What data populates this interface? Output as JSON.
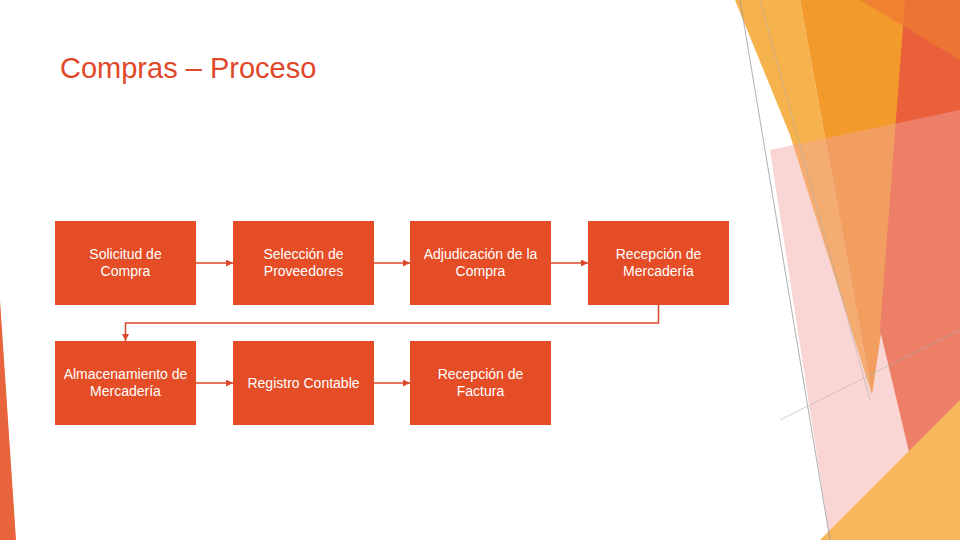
{
  "diagram": {
    "title": "Compras – Proceso",
    "nodes": [
      {
        "text": [
          "Solicitud de Compra"
        ]
      },
      {
        "text": [
          "Selección de Proveedores"
        ]
      },
      {
        "text": [
          "Adjudicación de la Compra"
        ]
      },
      {
        "text": [
          "Recepción de Mercadería"
        ]
      },
      {
        "text": [
          "Almacenamiento de Mercadería"
        ]
      },
      {
        "text": [
          "Registro Contable"
        ]
      },
      {
        "text": [
          "Recepción de Factura"
        ]
      }
    ],
    "edges": [
      {
        "from": 0,
        "to": 1,
        "arrow": "to"
      },
      {
        "from": 1,
        "to": 2,
        "arrow": "to"
      },
      {
        "from": 2,
        "to": 3,
        "arrow": "to"
      },
      {
        "from": 3,
        "to": 4,
        "arrow": "to"
      },
      {
        "from": 4,
        "to": 5,
        "arrow": "to"
      },
      {
        "from": 5,
        "to": 6,
        "arrow": "to"
      }
    ]
  }
}
